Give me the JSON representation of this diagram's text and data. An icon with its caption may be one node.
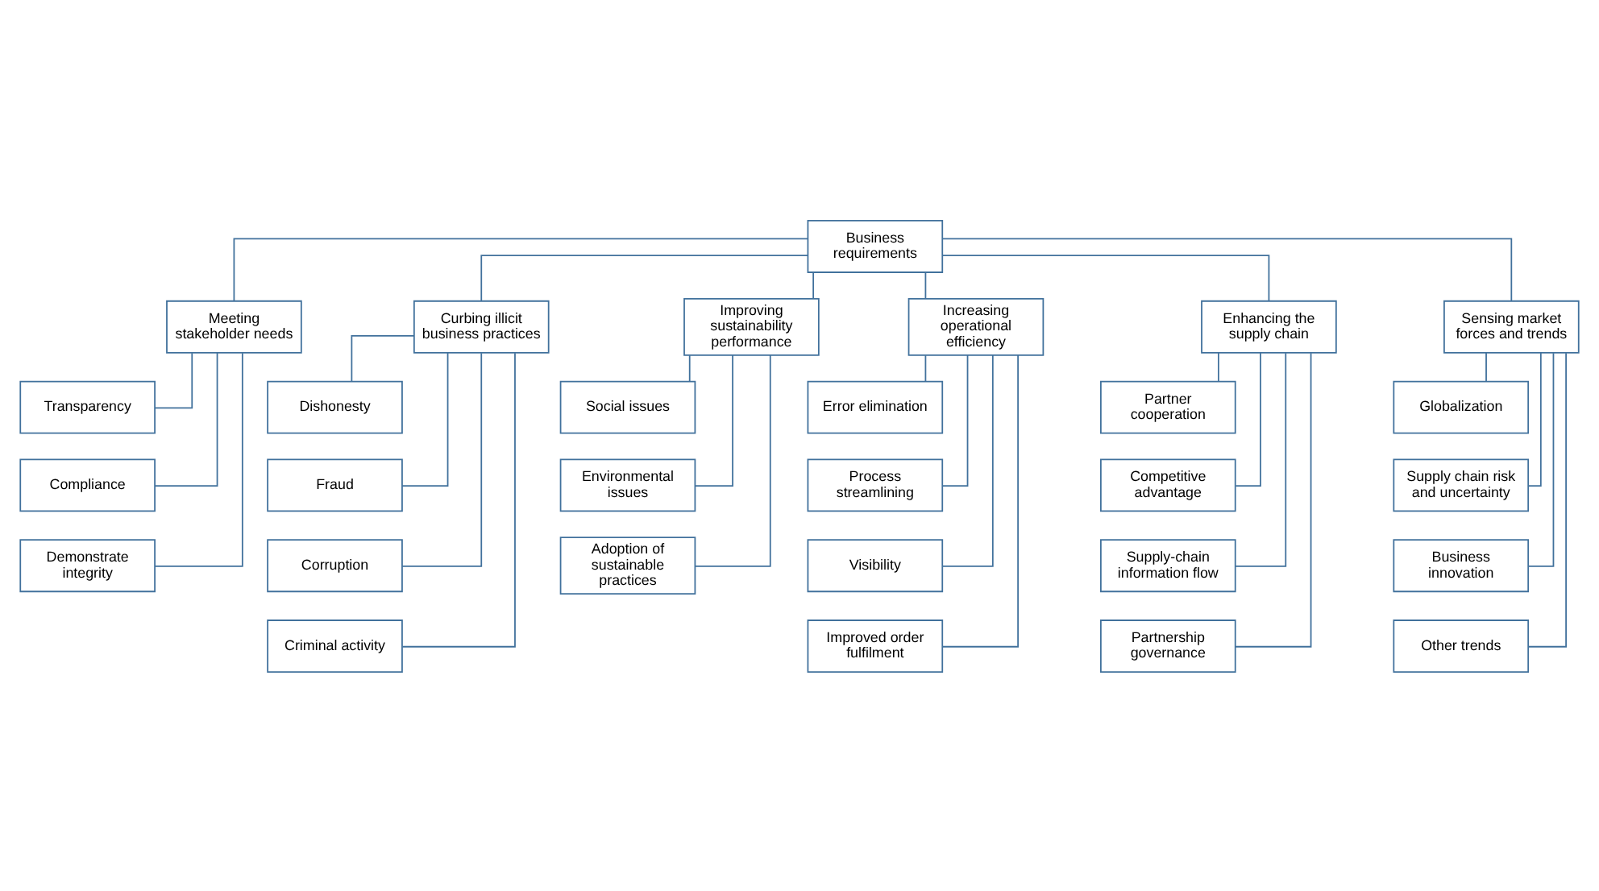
{
  "diagram": {
    "nodes": [
      {
        "text": [
          "Business requirements"
        ]
      },
      {
        "text": [
          "Meeting stakeholder needs"
        ]
      },
      {
        "text": [
          "Transparency"
        ]
      },
      {
        "text": [
          "Compliance"
        ]
      },
      {
        "text": [
          "Demonstrate integrity"
        ]
      },
      {
        "text": [
          "Curbing illicit business practices"
        ]
      },
      {
        "text": [
          "Dishonesty"
        ]
      },
      {
        "text": [
          "Fraud"
        ]
      },
      {
        "text": [
          "Corruption"
        ]
      },
      {
        "text": [
          "Criminal activity"
        ]
      },
      {
        "text": [
          "Improving sustainability performance"
        ]
      },
      {
        "text": [
          "Social issues"
        ]
      },
      {
        "text": [
          "Environmental issues"
        ]
      },
      {
        "text": [
          "Adoption of sustainable practices"
        ]
      },
      {
        "text": [
          "Increasing operational efficiency"
        ]
      },
      {
        "text": [
          "Error elimination"
        ]
      },
      {
        "text": [
          "Process streamlining"
        ]
      },
      {
        "text": [
          "Visibility"
        ]
      },
      {
        "text": [
          "Improved order fulfilment"
        ]
      },
      {
        "text": [
          "Enhancing the supply chain"
        ]
      },
      {
        "text": [
          "Partner cooperation"
        ]
      },
      {
        "text": [
          "Competitive advantage"
        ]
      },
      {
        "text": [
          "Supply-chain information flow"
        ]
      },
      {
        "text": [
          "Partnership governance"
        ]
      },
      {
        "text": [
          "Sensing market forces and trends"
        ]
      },
      {
        "text": [
          "Globalization"
        ]
      },
      {
        "text": [
          "Supply chain risk and uncertainty"
        ]
      },
      {
        "text": [
          "Business innovation"
        ]
      },
      {
        "text": [
          "Other trends"
        ]
      }
    ],
    "edges": [
      {
        "from": 0,
        "to": 1,
        "arrow": "none"
      },
      {
        "from": 0,
        "to": 5,
        "arrow": "none"
      },
      {
        "from": 0,
        "to": 10,
        "arrow": "none"
      },
      {
        "from": 0,
        "to": 14,
        "arrow": "none"
      },
      {
        "from": 0,
        "to": 19,
        "arrow": "none"
      },
      {
        "from": 0,
        "to": 24,
        "arrow": "none"
      },
      {
        "from": 1,
        "to": 2,
        "arrow": "none"
      },
      {
        "from": 1,
        "to": 3,
        "arrow": "none"
      },
      {
        "from": 1,
        "to": 4,
        "arrow": "none"
      },
      {
        "from": 5,
        "to": 6,
        "arrow": "none"
      },
      {
        "from": 5,
        "to": 7,
        "arrow": "none"
      },
      {
        "from": 5,
        "to": 8,
        "arrow": "none"
      },
      {
        "from": 5,
        "to": 9,
        "arrow": "none"
      },
      {
        "from": 10,
        "to": 11,
        "arrow": "none"
      },
      {
        "from": 10,
        "to": 12,
        "arrow": "none"
      },
      {
        "from": 10,
        "to": 13,
        "arrow": "none"
      },
      {
        "from": 14,
        "to": 15,
        "arrow": "none"
      },
      {
        "from": 14,
        "to": 16,
        "arrow": "none"
      },
      {
        "from": 14,
        "to": 17,
        "arrow": "none"
      },
      {
        "from": 14,
        "to": 18,
        "arrow": "none"
      },
      {
        "from": 19,
        "to": 20,
        "arrow": "none"
      },
      {
        "from": 19,
        "to": 21,
        "arrow": "none"
      },
      {
        "from": 19,
        "to": 22,
        "arrow": "none"
      },
      {
        "from": 19,
        "to": 23,
        "arrow": "none"
      },
      {
        "from": 24,
        "to": 25,
        "arrow": "none"
      },
      {
        "from": 24,
        "to": 26,
        "arrow": "none"
      },
      {
        "from": 24,
        "to": 27,
        "arrow": "none"
      },
      {
        "from": 24,
        "to": 28,
        "arrow": "none"
      }
    ]
  }
}
